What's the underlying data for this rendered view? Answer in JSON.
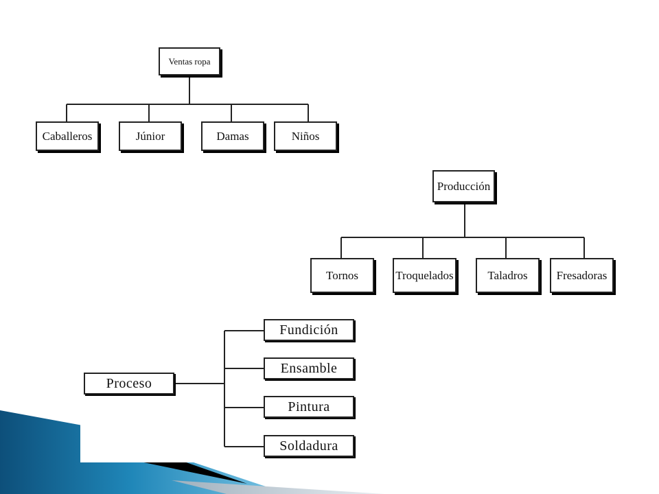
{
  "diagrams": {
    "ventas": {
      "root": "Ventas ropa",
      "children": [
        "Caballeros",
        "Júnior",
        "Damas",
        "Niños"
      ]
    },
    "produccion": {
      "root": "Producción",
      "children": [
        "Tornos",
        "Troquelados",
        "Taladros",
        "Fresadoras"
      ]
    },
    "proceso": {
      "root": "Proceso",
      "children": [
        "Fundición",
        "Ensamble",
        "Pintura",
        "Soldadura"
      ]
    }
  },
  "colors": {
    "ribbon_dark": "#0d4f7a",
    "ribbon_mid": "#1f86b8",
    "ribbon_light": "#7cc6e6",
    "arrow_black": "#000000",
    "arrow_grey": "#c9d2da"
  }
}
